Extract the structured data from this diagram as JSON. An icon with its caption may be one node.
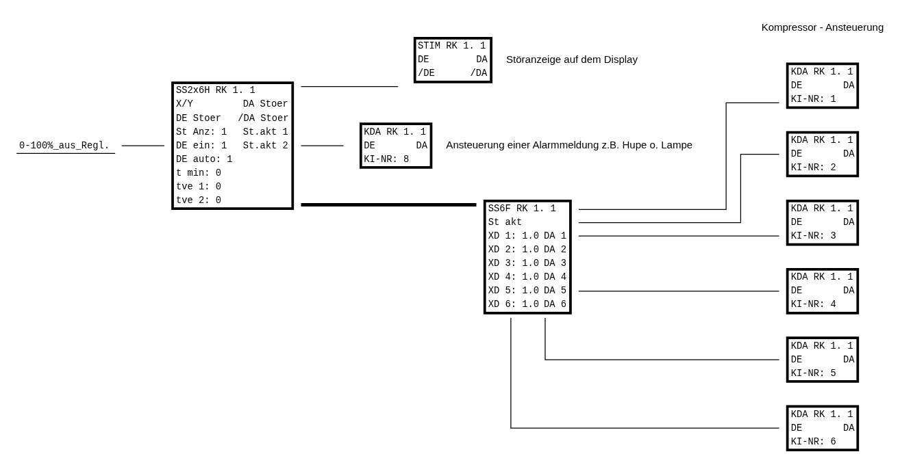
{
  "diagram": {
    "nodes": [
      {
        "text": [
          "0-100%_aus_Regl."
        ]
      },
      {
        "text": [
          "SS2x6H RK 1. 1",
          "X/Y",
          "DA Stoer",
          "DE Stoer",
          "/DA Stoer",
          "St Anz: 1",
          "St.akt 1",
          "DE ein: 1",
          "St.akt 2",
          "DE auto: 1",
          "t min: 0",
          "tve 1: 0",
          "tve 2: 0"
        ]
      },
      {
        "text": [
          "STIM RK 1. 1",
          "DE",
          "DA",
          "/DE",
          "/DA"
        ],
        "beside": [
          "Störanzeige auf dem Display"
        ]
      },
      {
        "text": [
          "KDA RK 1. 1",
          "DE",
          "DA",
          "KI-NR: 8"
        ],
        "beside": [
          "Ansteuerung einer Alarmmeldung z.B. Hupe o. Lampe"
        ]
      },
      {
        "text": [
          "SS6F RK 1. 1",
          "St akt",
          "XD 1: 1.0",
          "DA 1",
          "XD 2: 1.0",
          "DA 2",
          "XD 3: 1.0",
          "DA 3",
          "XD 4: 1.0",
          "DA 4",
          "XD 5: 1.0",
          "DA 5",
          "XD 6: 1.0",
          "DA 6"
        ]
      },
      {
        "text": [
          "KDA RK 1. 1",
          "DE",
          "DA",
          "KI-NR: 1"
        ]
      },
      {
        "text": [
          "KDA RK 1. 1",
          "DE",
          "DA",
          "KI-NR: 2"
        ]
      },
      {
        "text": [
          "KDA RK 1. 1",
          "DE",
          "DA",
          "KI-NR: 3"
        ]
      },
      {
        "text": [
          "KDA RK 1. 1",
          "DE",
          "DA",
          "KI-NR: 4"
        ]
      },
      {
        "text": [
          "KDA RK 1. 1",
          "DE",
          "DA",
          "KI-NR: 5"
        ]
      },
      {
        "text": [
          "KDA RK 1. 1",
          "DE",
          "DA",
          "KI-NR: 6"
        ]
      }
    ],
    "edges": [
      {
        "from": 0,
        "to": 1,
        "arrow": "none"
      },
      {
        "from": 1,
        "to": 2,
        "arrow": "none"
      },
      {
        "from": 1,
        "to": 3,
        "arrow": "none"
      },
      {
        "from": 1,
        "to": 4,
        "arrow": "none",
        "style": "thick"
      },
      {
        "from": 4,
        "to": 5,
        "arrow": "none"
      },
      {
        "from": 4,
        "to": 6,
        "arrow": "none"
      },
      {
        "from": 4,
        "to": 7,
        "arrow": "none"
      },
      {
        "from": 4,
        "to": 8,
        "arrow": "none"
      },
      {
        "from": 4,
        "to": 9,
        "arrow": "none"
      },
      {
        "from": 4,
        "to": 10,
        "arrow": "none"
      }
    ],
    "labels": [
      "Kompressor - Ansteuerung"
    ]
  }
}
